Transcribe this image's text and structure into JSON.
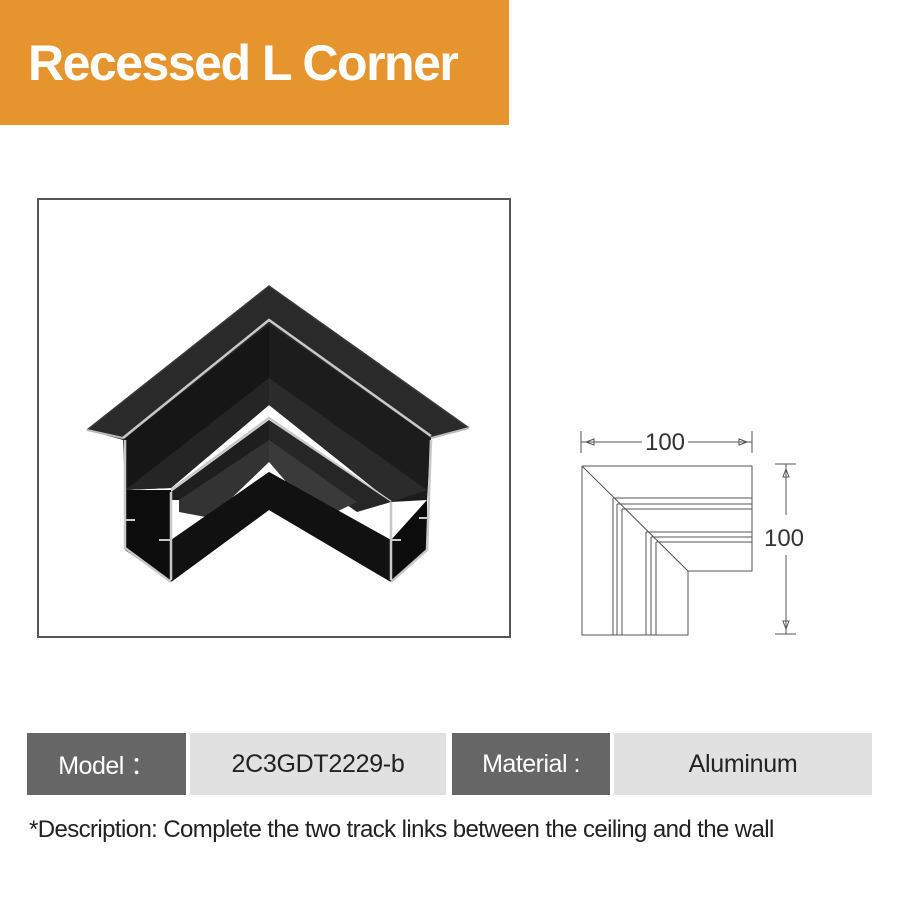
{
  "header": {
    "title": "Recessed L Corner",
    "banner_color": "#e6952e"
  },
  "product_image": {
    "description": "black recessed L-shaped corner track profile with aluminum edges",
    "frame_border_color": "#555555"
  },
  "dimension_drawing": {
    "width_label": "100",
    "height_label": "100"
  },
  "specs": {
    "model_label": "Model ：",
    "model_value": "2C3GDT2229-b",
    "material_label": "Material :",
    "material_value": "Aluminum",
    "label_bg": "#666666",
    "value_bg": "#e1e1e1"
  },
  "description": "*Description: Complete the two track links between the ceiling and the wall"
}
